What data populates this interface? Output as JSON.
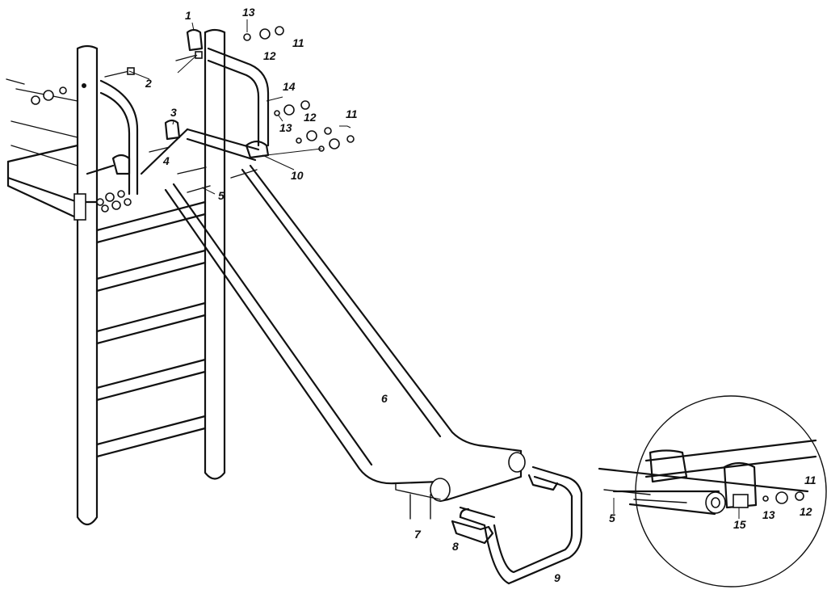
{
  "diagram": {
    "labels": {
      "p1": "1",
      "p2": "2",
      "p3": "3",
      "p4": "4",
      "p5": "5",
      "p6": "6",
      "p7": "7",
      "p8": "8",
      "p9": "9",
      "p10": "10",
      "p11": "11",
      "p11b": "11",
      "p11c": "11",
      "p12": "12",
      "p12b": "12",
      "p12c": "12",
      "p13": "13",
      "p13b": "13",
      "p13c": "13",
      "p14": "14",
      "p15": "15",
      "p5b": "5"
    }
  }
}
